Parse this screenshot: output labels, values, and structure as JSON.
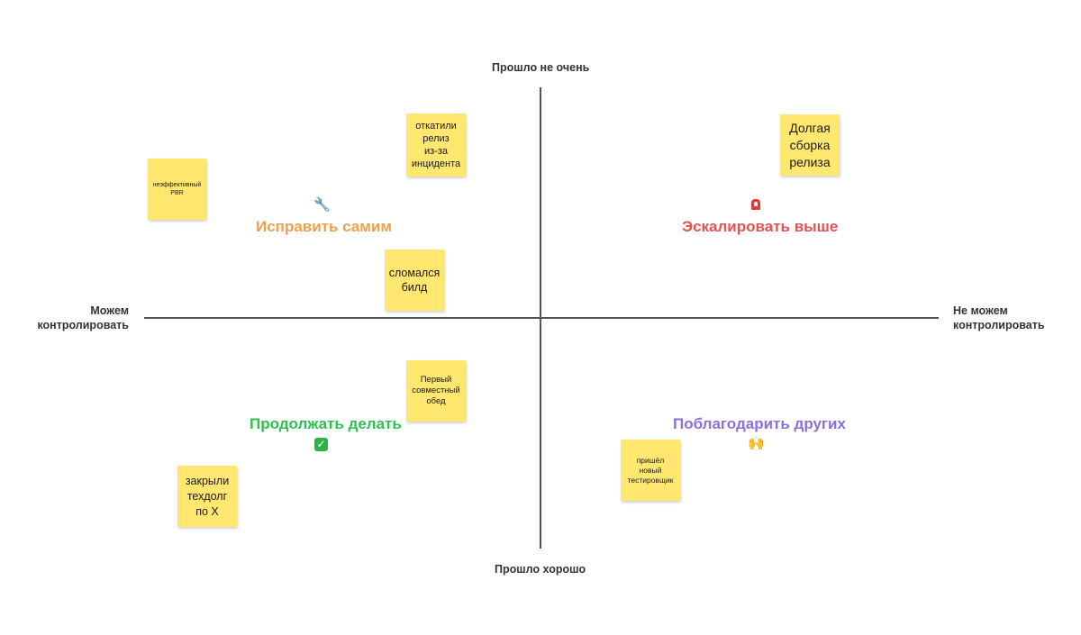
{
  "axes": {
    "top": "Прошло не очень",
    "bottom": "Прошло хорошо",
    "left": "Можем\nконтролировать",
    "right": "Не можем\nконтролировать"
  },
  "quadrants": {
    "top_left": {
      "label": "Исправить самим",
      "color": "#f0a04b",
      "icon": "wrench-icon",
      "glyph": "🔧"
    },
    "top_right": {
      "label": "Эскалировать выше",
      "color": "#e5534b",
      "icon": "alarm-icon"
    },
    "bottom_left": {
      "label": "Продолжать делать",
      "color": "#2fbf4f",
      "icon": "check-mark-icon",
      "glyph": "✓"
    },
    "bottom_right": {
      "label": "Поблагодарить других",
      "color": "#8a6fdf",
      "icon": "raised-hands-icon",
      "glyph": "🙌"
    }
  },
  "stickies": [
    {
      "text": "откатили\nрелиз\nиз-за\nинцидента"
    },
    {
      "text": "неэффективный\nPBR"
    },
    {
      "text": "сломался\nбилд"
    },
    {
      "text": "Долгая\nсборка\nрелиза"
    },
    {
      "text": "Первый\nсовместный\nобед"
    },
    {
      "text": "закрыли\nтехдолг\nпо X"
    },
    {
      "text": "пришёл\nновый\nтестировщик"
    }
  ]
}
